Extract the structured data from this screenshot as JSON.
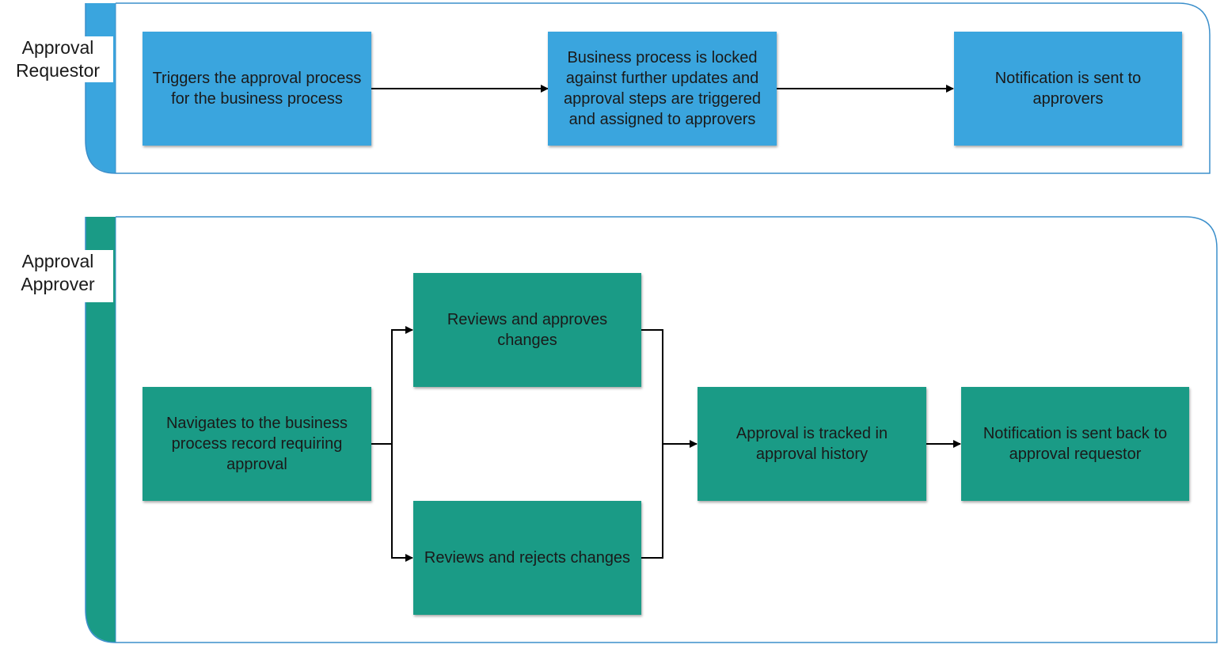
{
  "colors": {
    "requestor_lane": "#3aa5de",
    "approver_lane": "#1a9b86",
    "lane_border": "#3b8fcb",
    "arrow": "#000000"
  },
  "lanes": [
    {
      "label_line1": "Approval",
      "label_line2": "Requestor",
      "steps": [
        "Triggers the approval process for the business process",
        "Business process is locked against further updates and approval steps are triggered and assigned to approvers",
        "Notification is sent to approvers"
      ]
    },
    {
      "label_line1": "Approval",
      "label_line2": "Approver",
      "steps": [
        "Navigates to the business process record requiring approval",
        "Reviews and approves changes",
        "Reviews and rejects changes",
        "Approval is tracked in approval history",
        "Notification is sent back to approval requestor"
      ]
    }
  ]
}
